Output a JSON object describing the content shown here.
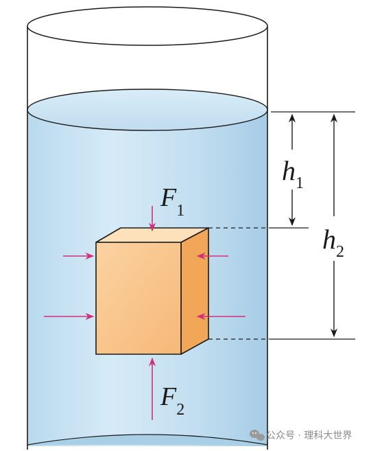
{
  "labels": {
    "f1": {
      "main": "F",
      "sub": "1"
    },
    "f2": {
      "main": "F",
      "sub": "2"
    },
    "h1": {
      "main": "h",
      "sub": "1"
    },
    "h2": {
      "main": "h",
      "sub": "2"
    }
  },
  "watermark": {
    "text": "公众号 · 理科大世界"
  },
  "colors": {
    "water_top": "#c7e2f1",
    "water_bottom": "#a9cfe7",
    "block_front": "#f9c48c",
    "block_top": "#fde1bb",
    "block_side": "#f2a657",
    "force_arrow": "#d1307a",
    "outline": "#1a1a1a"
  }
}
